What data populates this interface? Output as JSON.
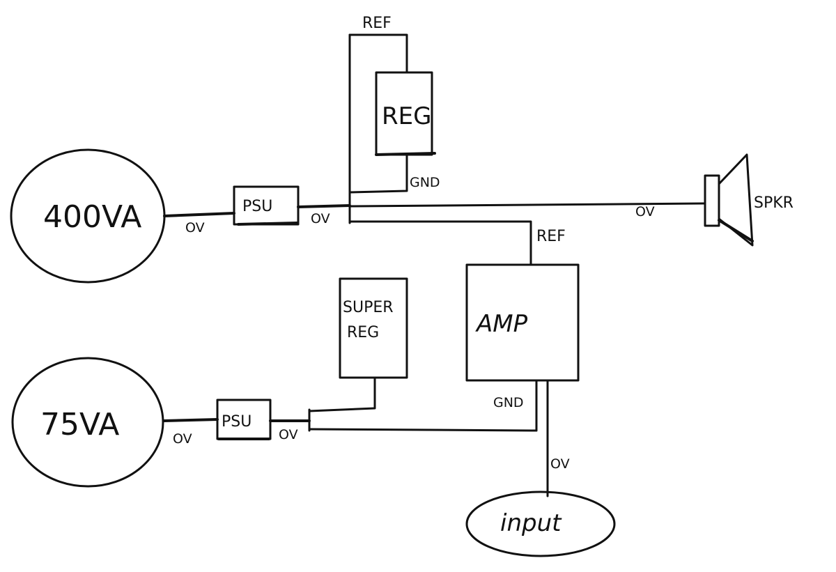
{
  "labels": {
    "transformer_400": "400VA",
    "transformer_75": "75VA",
    "psu_1": "PSU",
    "psu_2": "PSU",
    "reg": "REG",
    "super_reg_line1": "SUPER",
    "super_reg_line2": "REG",
    "amp": "AMP",
    "speaker": "SPKR",
    "input": "input",
    "ref_top": "REF",
    "ref_amp": "REF",
    "gnd_reg": "GND",
    "gnd_amp": "GND",
    "ov_400_psu": "OV",
    "ov_psu1_out": "OV",
    "ov_speaker": "OV",
    "ov_75_psu": "OV",
    "ov_psu2_out": "OV",
    "ov_input": "OV"
  }
}
